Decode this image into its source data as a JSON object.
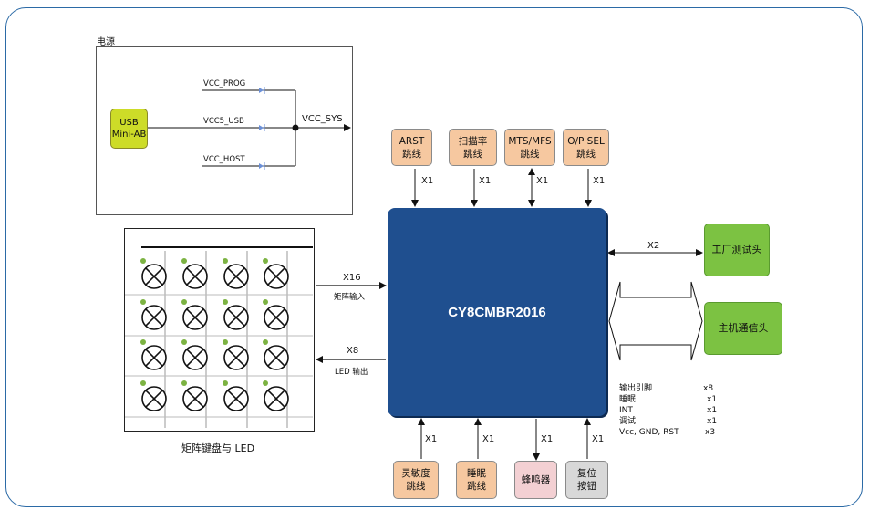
{
  "power": {
    "title": "电源",
    "usb": "USB\nMini-AB",
    "vcc_prog": "VCC_PROG",
    "vcc5_usb": "VCC5_USB",
    "vcc_host": "VCC_HOST",
    "vcc_sys": "VCC_SYS"
  },
  "chip": {
    "label": "CY8CMBR2016"
  },
  "top_boxes": [
    {
      "label": "ARST\n跳线",
      "mult": "X1"
    },
    {
      "label": "扫描率\n跳线",
      "mult": "X1"
    },
    {
      "label": "MTS/MFS\n跳线",
      "mult": "X1"
    },
    {
      "label": "O/P SEL\n跳线",
      "mult": "X1"
    }
  ],
  "bottom_boxes": [
    {
      "label": "灵敏度\n跳线",
      "mult": "X1"
    },
    {
      "label": "睡眠\n跳线",
      "mult": "X1"
    },
    {
      "label": "蜂鸣器",
      "mult": "X1"
    },
    {
      "label": "复位\n按钮",
      "mult": "X1"
    }
  ],
  "right": {
    "factory": "工厂测试头",
    "factory_mult": "X2",
    "host": "主机通信头"
  },
  "host_signals": [
    {
      "name": "输出引脚",
      "count": "x8"
    },
    {
      "name": "睡眠",
      "count": "x1"
    },
    {
      "name": "INT",
      "count": "x1"
    },
    {
      "name": "调试",
      "count": "x1"
    },
    {
      "name": "Vcc, GND, RST",
      "count": "x3"
    }
  ],
  "keyboard": {
    "title": "矩阵键盘与 LED",
    "in_mult": "X16",
    "in_label": "矩阵输入",
    "out_mult": "X8",
    "out_label": "LED 输出"
  }
}
